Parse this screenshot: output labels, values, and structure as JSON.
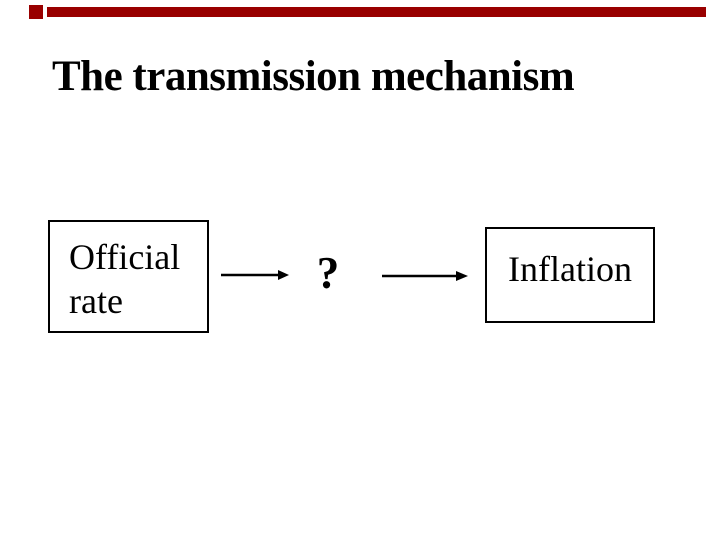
{
  "slide": {
    "title": "The transmission mechanism",
    "background_color": "#ffffff",
    "accent_color": "#990000",
    "text_color": "#000000",
    "border_color": "#000000"
  },
  "diagram": {
    "nodes": [
      {
        "id": "official-rate",
        "label": "Official rate"
      },
      {
        "id": "inflation",
        "label": "Inflation"
      }
    ],
    "connector": {
      "label": "?",
      "arrows": [
        {
          "icon": "arrow-right-icon",
          "direction": "right"
        },
        {
          "icon": "arrow-right-icon",
          "direction": "right"
        }
      ]
    }
  }
}
